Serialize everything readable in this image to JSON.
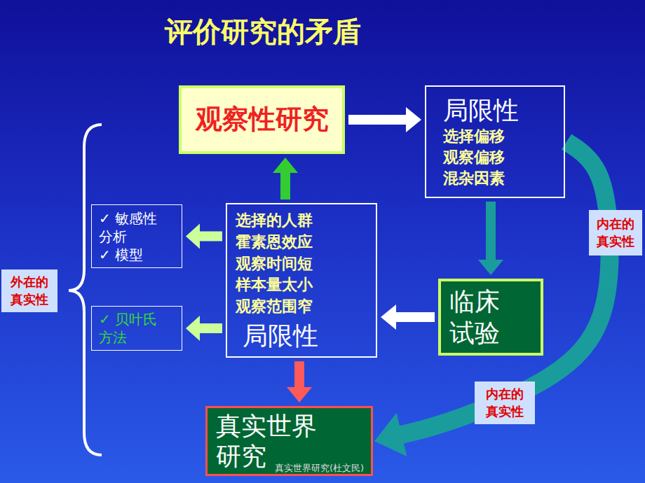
{
  "diagram": {
    "title": "评价研究的矛盾",
    "nodes": [
      {
        "text": [
          "观察性研究"
        ]
      },
      {
        "text": [
          "局限性",
          "选择偏移 观察偏移 混杂因素"
        ]
      },
      {
        "text": [
          "选择的人群 霍素恩效应 观察时间短 样本量太小 观察范围窄",
          "局限性"
        ]
      },
      {
        "text": [
          "✓ 敏感性 分析 ✓ 模型"
        ]
      },
      {
        "text": [
          "✓ 贝叶氏 方法"
        ]
      },
      {
        "text": [
          "临床 试验"
        ]
      },
      {
        "text": [
          "真实世界 研究"
        ]
      },
      {
        "text": [
          "外在的 真实性"
        ]
      },
      {
        "text": [
          "内在的 真实性"
        ]
      },
      {
        "text": [
          "内在的 真实性"
        ]
      }
    ],
    "edges": [
      {
        "from": 0,
        "to": 1,
        "arrow": "to"
      },
      {
        "from": 2,
        "to": 0,
        "arrow": "to"
      },
      {
        "from": 1,
        "to": 5,
        "arrow": "to"
      },
      {
        "from": 5,
        "to": 2,
        "arrow": "to"
      },
      {
        "from": 2,
        "to": 3,
        "arrow": "to"
      },
      {
        "from": 2,
        "to": 4,
        "arrow": "to"
      },
      {
        "from": 2,
        "to": 6,
        "arrow": "to"
      },
      {
        "from": 1,
        "to": 6,
        "arrow": "to"
      }
    ],
    "labels": [
      "真实世界研究(杜文民)"
    ]
  }
}
